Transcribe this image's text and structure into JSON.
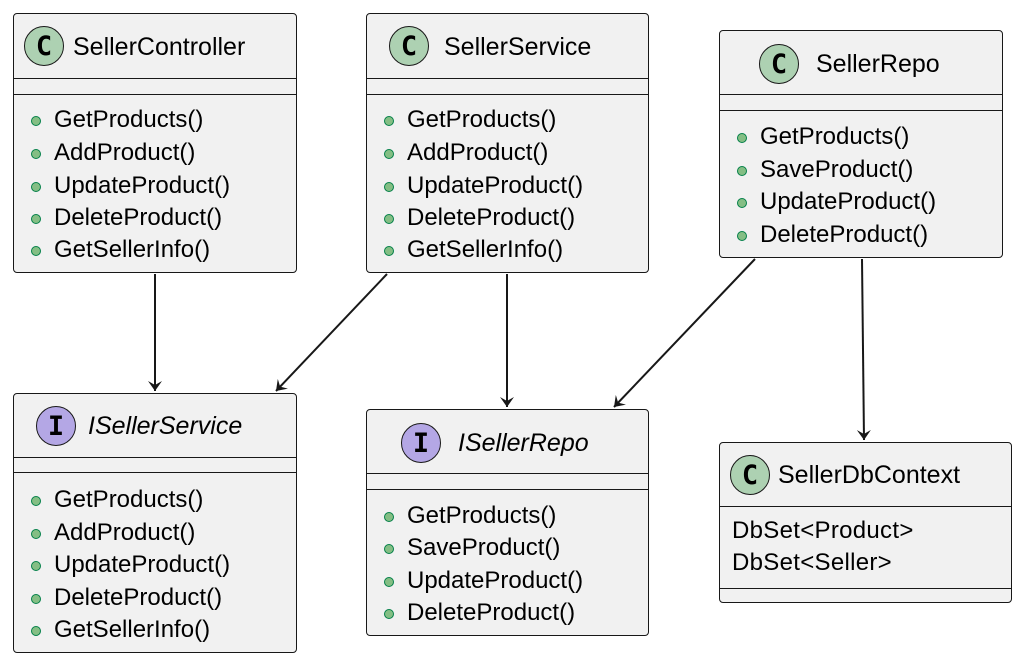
{
  "diagram": {
    "seller_controller": {
      "stereotype": "C",
      "name": "SellerController",
      "methods": [
        "GetProducts()",
        "AddProduct()",
        "UpdateProduct()",
        "DeleteProduct()",
        "GetSellerInfo()"
      ]
    },
    "seller_service": {
      "stereotype": "C",
      "name": "SellerService",
      "methods": [
        "GetProducts()",
        "AddProduct()",
        "UpdateProduct()",
        "DeleteProduct()",
        "GetSellerInfo()"
      ]
    },
    "seller_repo": {
      "stereotype": "C",
      "name": "SellerRepo",
      "methods": [
        "GetProducts()",
        "SaveProduct()",
        "UpdateProduct()",
        "DeleteProduct()"
      ]
    },
    "iseller_service": {
      "stereotype": "I",
      "name": "ISellerService",
      "methods": [
        "GetProducts()",
        "AddProduct()",
        "UpdateProduct()",
        "DeleteProduct()",
        "GetSellerInfo()"
      ]
    },
    "iseller_repo": {
      "stereotype": "I",
      "name": "ISellerRepo",
      "methods": [
        "GetProducts()",
        "SaveProduct()",
        "UpdateProduct()",
        "DeleteProduct()"
      ]
    },
    "seller_db_context": {
      "stereotype": "C",
      "name": "SellerDbContext",
      "fields": [
        "DbSet<Product>",
        "DbSet<Seller>"
      ]
    },
    "relations": [
      {
        "from": "SellerController",
        "to": "ISellerService"
      },
      {
        "from": "SellerService",
        "to": "ISellerService"
      },
      {
        "from": "SellerService",
        "to": "ISellerRepo"
      },
      {
        "from": "SellerRepo",
        "to": "ISellerRepo"
      },
      {
        "from": "SellerRepo",
        "to": "SellerDbContext"
      }
    ],
    "colors": {
      "box_fill": "#f1f1f1",
      "border": "#181818",
      "class_badge": "#add1b2",
      "interface_badge": "#b4a7e5",
      "method_dot": "#84be84",
      "method_dot_border": "#038048"
    }
  }
}
